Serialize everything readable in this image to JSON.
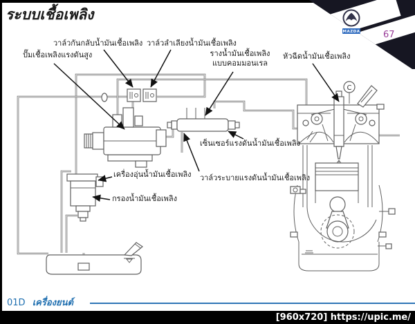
{
  "slide": {
    "title": "ระบบเชื้อเพลิง",
    "page_number": "67",
    "brand": {
      "logo": "mazda-flying-m",
      "wordmark": "MAZDA"
    },
    "footer": {
      "section_code": "01D",
      "section_title": "เครื่องยนต์"
    },
    "watermark": "[960x720] https://upic.me/"
  },
  "diagram": {
    "labels": {
      "check_valve": "วาล์วกันกลับน้ำมันเชื้อเพลิง",
      "delivery_valve": "วาล์วลำเลียงน้ำมันเชื้อเพลิง",
      "hp_pump": "ปั๊มเชื้อเพลิงแรงดันสูง",
      "rail_line1": "รางน้ำมันเชื้อเพลิง",
      "rail_line2": "แบบคอมมอนเรล",
      "injector": "หัวฉีดน้ำมันเชื้อเพลิง",
      "pressure_sensor": "เซ็นเซอร์แรงดันน้ำมันเชื้อเพลิง",
      "fuel_warmer": "เครื่องอุ่นน้ำมันเชื้อเพลิง",
      "fuel_filter": "กรองน้ำมันเชื้อเพลิง",
      "relief_valve": "วาล์วระบายแรงดันน้ำมันเชื้อเพลิง",
      "marker_c": "C"
    }
  },
  "colors": {
    "footer_blue": "#1f6fb0",
    "rule_blue": "#2e75b6",
    "page_number_purple": "#993d99",
    "corner_navy": "#161622",
    "badge_blue": "#2f6bbf",
    "line_gray": "#5f5f5f",
    "label_black": "#1a1a1a",
    "watermark_bg": "#000000",
    "watermark_text": "#ffffff"
  }
}
